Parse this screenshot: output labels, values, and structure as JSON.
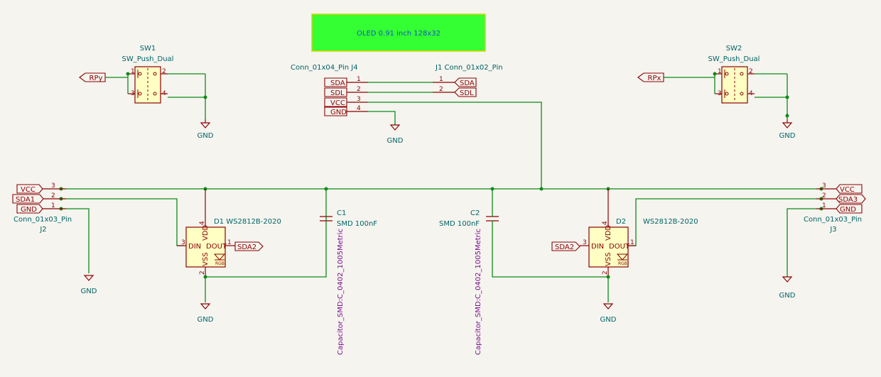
{
  "oled_note": "OLED 0.91 inch 128x32",
  "net_gnd": "GND",
  "sw1": {
    "ref": "SW1",
    "value": "SW_Push_Dual",
    "label": "RPy",
    "pins": [
      "1",
      "2",
      "3",
      "4"
    ]
  },
  "sw2": {
    "ref": "SW2",
    "value": "SW_Push_Dual",
    "label": "RPx",
    "pins": [
      "1",
      "2",
      "3",
      "4"
    ]
  },
  "j4": {
    "title": "Conn_01x04_Pin J4",
    "labels": [
      "SDA",
      "SDL",
      "VCC",
      "GND"
    ],
    "pins": [
      "1",
      "2",
      "3",
      "4"
    ]
  },
  "j1": {
    "title": "J1 Conn_01x02_Pin",
    "labels": [
      "SDA",
      "SDL"
    ],
    "pins": [
      "1",
      "2"
    ]
  },
  "j2": {
    "ref": "J2",
    "value": "Conn_01x03_Pin",
    "labels": [
      "VCC",
      "SDA1",
      "GND"
    ],
    "pins": [
      "3",
      "2",
      "1"
    ]
  },
  "j3": {
    "ref": "J3",
    "value": "Conn_01x03_Pin",
    "labels": [
      "VCC",
      "SDA3",
      "GND"
    ],
    "pins": [
      "3",
      "2",
      "1"
    ]
  },
  "d1": {
    "title": "D1 WS2812B-2020",
    "pins": {
      "din": "DIN",
      "dout": "DOUT",
      "vdd": "VDD",
      "vss": "VSS"
    },
    "pin_numbers": [
      "4",
      "3",
      "1",
      "2"
    ],
    "rgb": "RGB",
    "out_label": "SDA2"
  },
  "d2": {
    "ref": "D2",
    "value": "WS2812B-2020",
    "pins": {
      "din": "DIN",
      "dout": "DOUT",
      "vdd": "VDD",
      "vss": "VSS"
    },
    "pin_numbers": [
      "4",
      "3",
      "1",
      "2"
    ],
    "rgb": "RGB",
    "in_label": "SDA2"
  },
  "c1": {
    "ref": "C1",
    "value": "SMD 100nF",
    "footprint": "Capacitor_SMD:C_0402_1005Metric"
  },
  "c2": {
    "ref": "C2",
    "value": "SMD 100nF",
    "footprint": "Capacitor_SMD:C_0402_1005Metric"
  },
  "colors": {
    "wire": "#0f8a18",
    "component": "#8b0000",
    "body_fill": "#ffffc4",
    "text": "#006464",
    "footprint": "#7a0f8a",
    "note_bg": "#33ff33",
    "note_text": "#2050c8"
  }
}
